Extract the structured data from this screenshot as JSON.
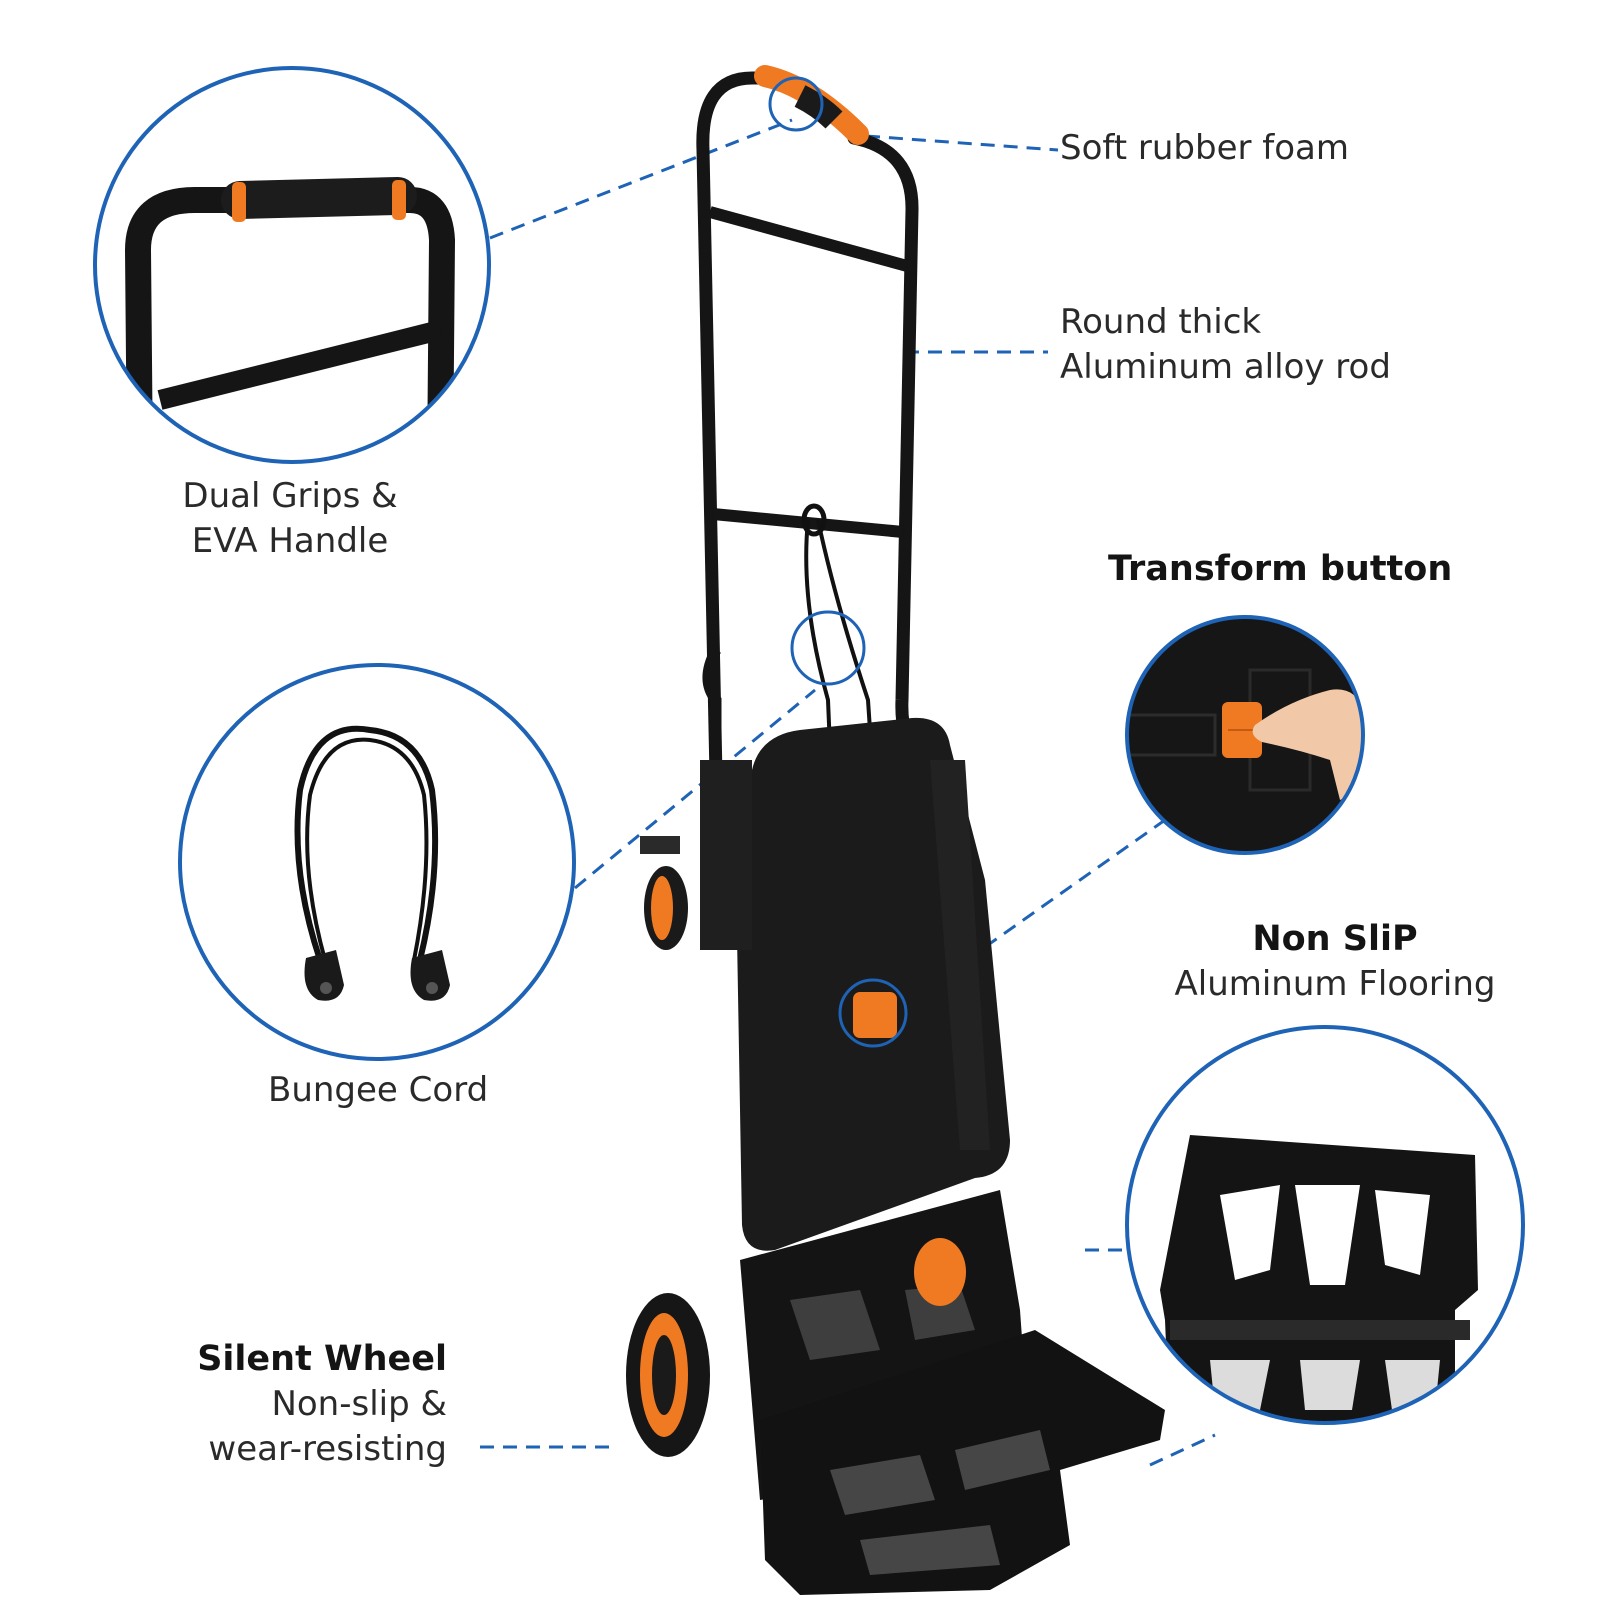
{
  "colors": {
    "accent_orange": "#f07a22",
    "circle_blue": "#1e63b5",
    "frame_black": "#151515"
  },
  "callouts": {
    "handle_foam": "Soft rubber foam",
    "rod_line1": "Round thick",
    "rod_line2": "Aluminum alloy rod",
    "grips_line1": "Dual Grips &",
    "grips_line2": "EVA Handle",
    "transform_button": "Transform button",
    "bungee_cord": "Bungee Cord",
    "non_slip_title": "Non SliP",
    "non_slip_sub": "Aluminum Flooring",
    "wheel_title": "Silent Wheel",
    "wheel_line1": "Non-slip &",
    "wheel_line2": "wear-resisting"
  },
  "zoom_circles": [
    {
      "name": "handle-grip-detail"
    },
    {
      "name": "bungee-cord-detail"
    },
    {
      "name": "transform-button-detail"
    },
    {
      "name": "aluminum-flooring-detail"
    }
  ]
}
